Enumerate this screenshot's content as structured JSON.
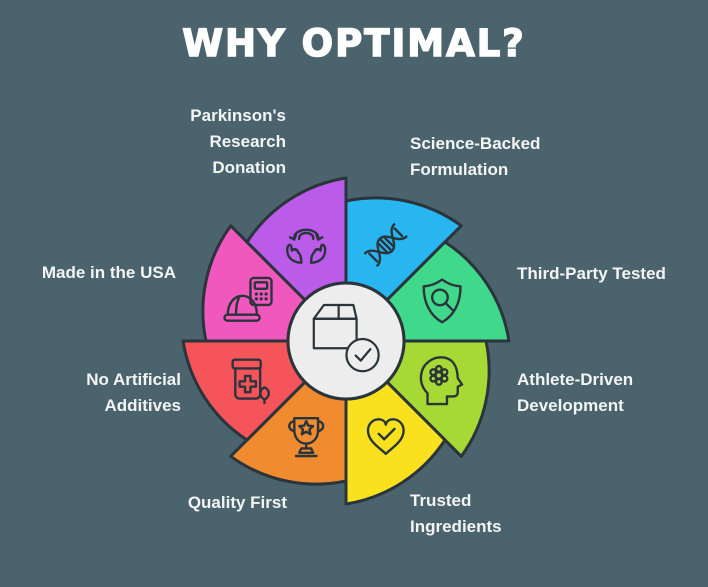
{
  "canvas": {
    "background": "#4b636c",
    "outline": "#2a343b",
    "text_color": "#f3f5f5"
  },
  "title": {
    "text": "WHY OPTIMAL?",
    "color": "#ffffff"
  },
  "wheel": {
    "center_icon": "package-check-icon",
    "center_fill": "#ededed",
    "segments": [
      {
        "id": "science-backed-formulation",
        "label": "Science-Backed\nFormulation",
        "color": "#28b5f0",
        "icon": "dna-icon"
      },
      {
        "id": "third-party-tested",
        "label": "Third-Party Tested",
        "color": "#40d98c",
        "icon": "shield-search-icon"
      },
      {
        "id": "athlete-driven-development",
        "label": "Athlete-Driven\nDevelopment",
        "color": "#a6d934",
        "icon": "head-gear-icon"
      },
      {
        "id": "trusted-ingredients",
        "label": "Trusted\nIngredients",
        "color": "#f9e11e",
        "icon": "heart-check-icon"
      },
      {
        "id": "quality-first",
        "label": "Quality First",
        "color": "#f08b30",
        "icon": "trophy-star-icon"
      },
      {
        "id": "no-artificial-additives",
        "label": "No Artificial\nAdditives",
        "color": "#f4545a",
        "icon": "pill-bottle-leaf-icon"
      },
      {
        "id": "made-in-the-usa",
        "label": "Made in the USA",
        "color": "#f058be",
        "icon": "hard-hat-icon"
      },
      {
        "id": "parkinsons-research-donation",
        "label": "Parkinson's\nResearch\nDonation",
        "color": "#bb5bea",
        "icon": "hands-care-icon"
      }
    ]
  }
}
